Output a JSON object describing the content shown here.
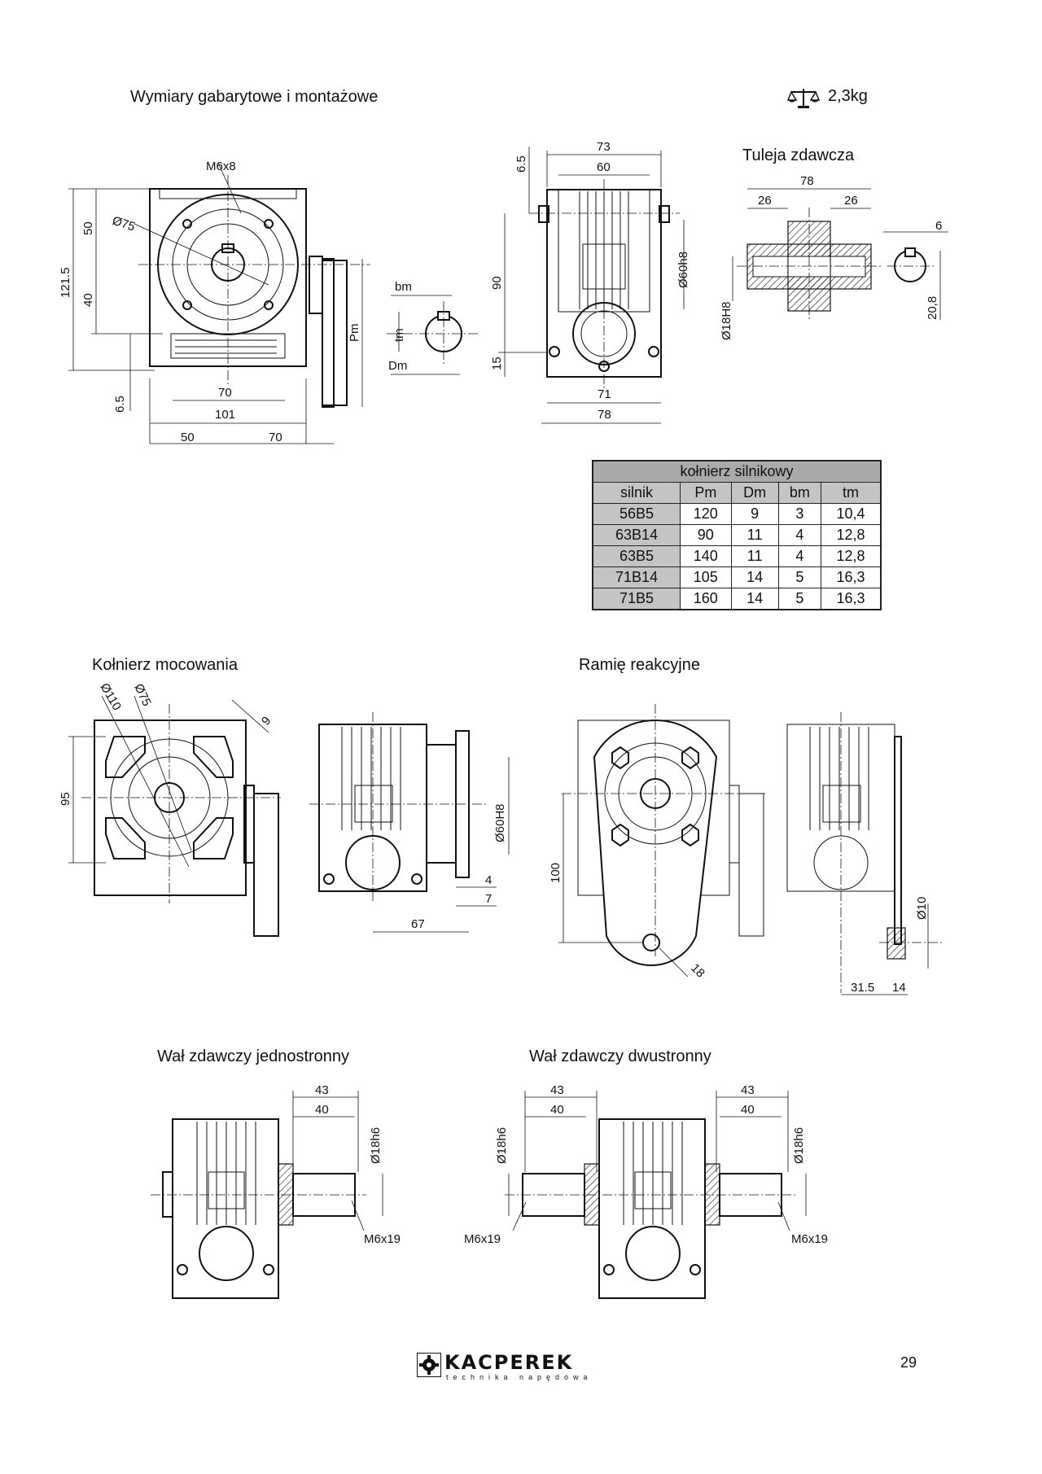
{
  "headings": {
    "main": "Wymiary gabarytowe i montażowe",
    "weight": "2,3kg",
    "sleeve": "Tuleja zdawcza",
    "mount_flange": "Kołnierz mocowania",
    "torque_arm": "Ramię reakcyjne",
    "shaft_single": "Wał zdawczy jednostronny",
    "shaft_double": "Wał zdawczy dwustronny"
  },
  "front_view": {
    "labels": [
      "M6x8",
      "Ø75",
      "50",
      "40",
      "121.5",
      "6.5",
      "70",
      "101",
      "50",
      "70",
      "Pm"
    ]
  },
  "key_detail": {
    "labels": [
      "bm",
      "tm",
      "Dm"
    ]
  },
  "side_view": {
    "labels": [
      "73",
      "60",
      "6.5",
      "90",
      "15",
      "Ø60h8",
      "71",
      "78"
    ]
  },
  "sleeve_view": {
    "labels": [
      "78",
      "26",
      "26",
      "Ø18H8",
      "6",
      "20,8"
    ]
  },
  "motor_table": {
    "caption": "kołnierz silnikowy",
    "columns": [
      "silnik",
      "Pm",
      "Dm",
      "bm",
      "tm"
    ],
    "rows": [
      [
        "56B5",
        "120",
        "9",
        "3",
        "10,4"
      ],
      [
        "63B14",
        "90",
        "11",
        "4",
        "12,8"
      ],
      [
        "63B5",
        "140",
        "11",
        "4",
        "12,8"
      ],
      [
        "71B14",
        "105",
        "14",
        "5",
        "16,3"
      ],
      [
        "71B5",
        "160",
        "14",
        "5",
        "16,3"
      ]
    ]
  },
  "mount_flange_view": {
    "labels": [
      "Ø110",
      "Ø75",
      "9",
      "95",
      "Ø60H8",
      "4",
      "7",
      "67"
    ]
  },
  "torque_arm_view": {
    "labels": [
      "100",
      "18",
      "Ø10",
      "31.5",
      "14"
    ]
  },
  "shaft_single_view": {
    "labels": [
      "43",
      "40",
      "Ø18h6",
      "M6x19"
    ]
  },
  "shaft_double_view": {
    "labels": [
      "43",
      "40",
      "Ø18h6",
      "M6x19",
      "43",
      "40",
      "Ø18h6",
      "M6x19"
    ]
  },
  "footer": {
    "brand": "KACPEREK",
    "tagline": "technika napędowa",
    "page": "29"
  },
  "icons": {
    "weight": "balance-scale-icon",
    "logo": "gear-logo-icon"
  }
}
